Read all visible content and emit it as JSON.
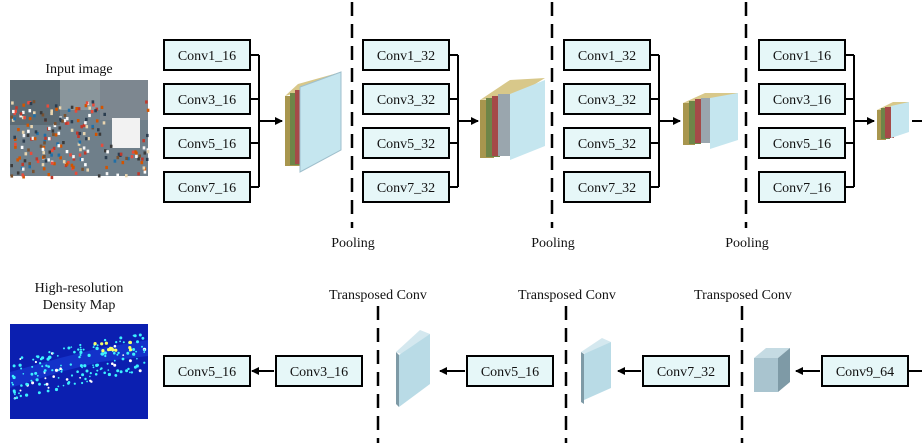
{
  "input": {
    "label": "Input image"
  },
  "output": {
    "label_line1": "High-resolution",
    "label_line2": "Density Map"
  },
  "encoder": {
    "stages": [
      {
        "convs": [
          "Conv1_16",
          "Conv3_16",
          "Conv5_16",
          "Conv7_16"
        ],
        "pool_label": "Pooling"
      },
      {
        "convs": [
          "Conv1_32",
          "Conv3_32",
          "Conv5_32",
          "Conv7_32"
        ],
        "pool_label": "Pooling"
      },
      {
        "convs": [
          "Conv1_32",
          "Conv3_32",
          "Conv5_32",
          "Conv7_32"
        ],
        "pool_label": "Pooling"
      },
      {
        "convs": [
          "Conv1_16",
          "Conv3_16",
          "Conv5_16",
          "Conv7_16"
        ]
      }
    ]
  },
  "decoder": {
    "transposed_label": "Transposed Conv",
    "blocks": [
      "Conv9_64",
      "Conv7_32",
      "Conv5_16",
      "Conv3_16",
      "Conv5_16"
    ]
  },
  "colors": {
    "box_fill": "#e6f7f8",
    "feature_front": "#c5e6ef",
    "feature_top": "#e0f0f5",
    "feature_side": "#9fbfcc",
    "stack_gold": "#a8964e",
    "stack_olive": "#6e8548",
    "stack_red": "#a54a48",
    "stack_grey": "#9aa6ae",
    "density_bg": "#0b1fb0",
    "density_hot": "#3cf0ff"
  }
}
